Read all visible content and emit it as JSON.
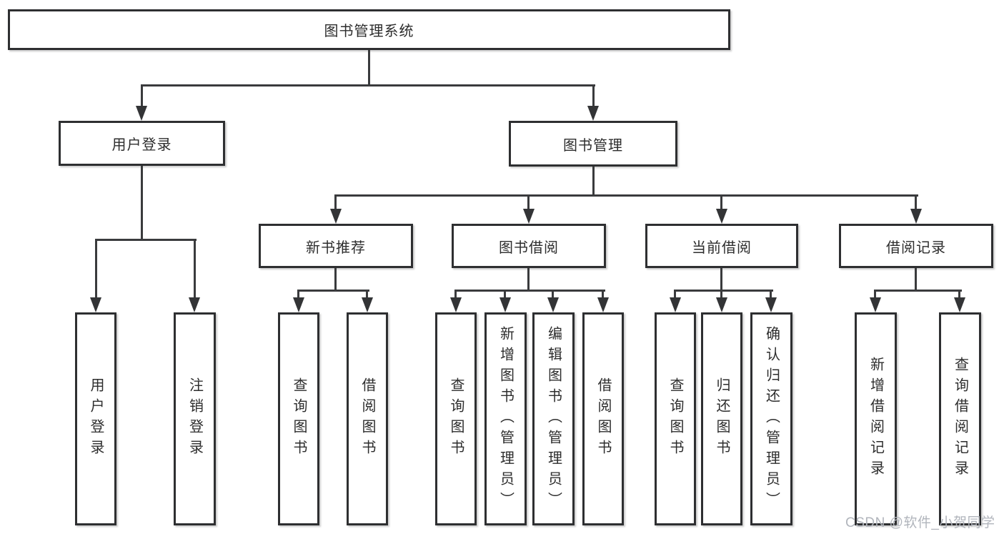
{
  "colors": {
    "background": "#ffffff",
    "box_border": "#2e2f31",
    "line": "#3a3b3d",
    "text": "#2d2d2d",
    "watermark": "#b1b5bc"
  },
  "watermark": {
    "text": "CSDN @软件_小贺同学"
  },
  "tree": {
    "root": {
      "label": "图书管理系统"
    },
    "children": [
      {
        "label": "用户登录",
        "children": [
          {
            "label": "用户登录"
          },
          {
            "label": "注销登录"
          }
        ]
      },
      {
        "label": "图书管理",
        "children": [
          {
            "label": "新书推荐",
            "children": [
              {
                "label": "查询图书"
              },
              {
                "label": "借阅图书"
              }
            ]
          },
          {
            "label": "图书借阅",
            "children": [
              {
                "label": "查询图书"
              },
              {
                "label": "新增图书（管理员）"
              },
              {
                "label": "编辑图书（管理员）"
              },
              {
                "label": "借阅图书"
              }
            ]
          },
          {
            "label": "当前借阅",
            "children": [
              {
                "label": "查询图书"
              },
              {
                "label": "归还图书"
              },
              {
                "label": "确认归还（管理员）"
              }
            ]
          },
          {
            "label": "借阅记录",
            "children": [
              {
                "label": "新增借阅记录"
              },
              {
                "label": "查询借阅记录"
              }
            ]
          }
        ]
      }
    ]
  }
}
